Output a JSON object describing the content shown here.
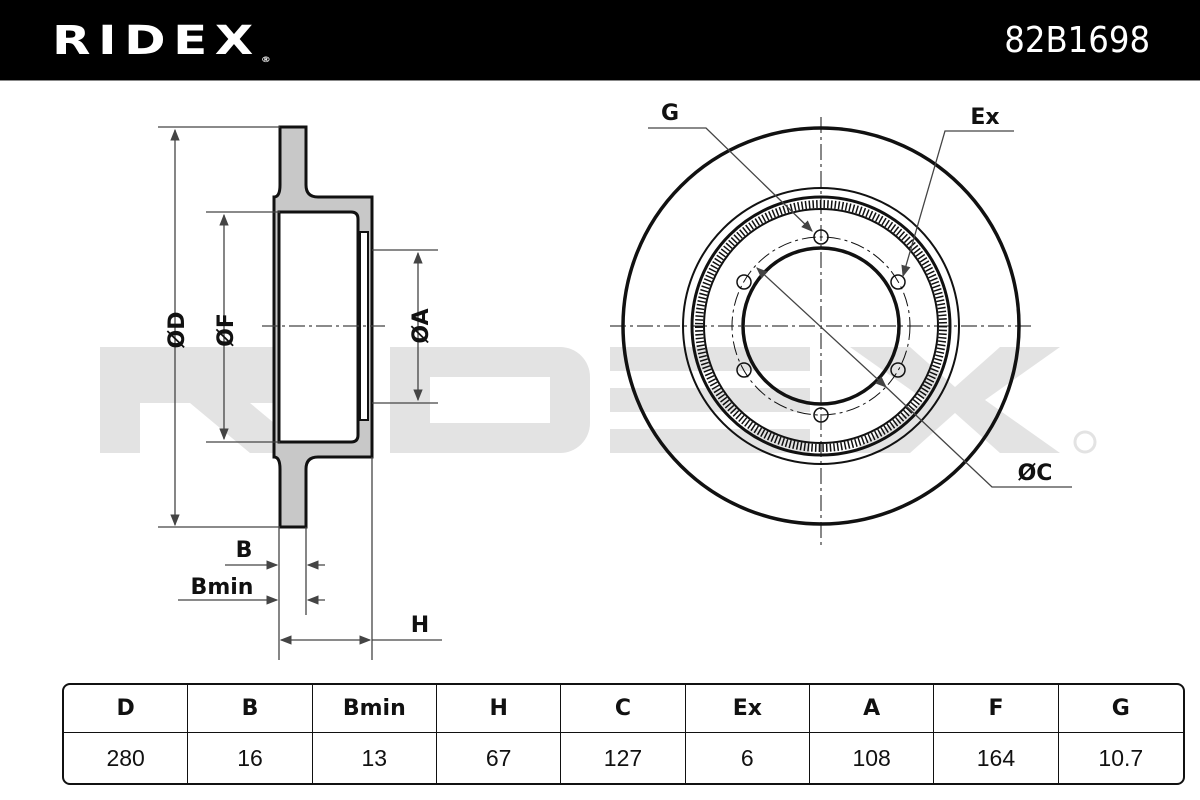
{
  "header": {
    "brand": "RIDEX",
    "brand_mark": "®",
    "part_number": "82B1698"
  },
  "watermark": "RIDEX®",
  "side_view_labels": {
    "D": "ØD",
    "F": "ØF",
    "A": "ØA",
    "B": "B",
    "Bmin": "Bmin",
    "H": "H"
  },
  "front_view_labels": {
    "G": "G",
    "Ex": "Ex",
    "C": "ØC"
  },
  "table": {
    "headers": [
      "D",
      "B",
      "Bmin",
      "H",
      "C",
      "Ex",
      "A",
      "F",
      "G"
    ],
    "values": [
      "280",
      "16",
      "13",
      "67",
      "127",
      "6",
      "108",
      "164",
      "10.7"
    ]
  },
  "colors": {
    "header_bg": "#000000",
    "section_fill": "#c8c8c8",
    "watermark": "#e3e3e3"
  }
}
